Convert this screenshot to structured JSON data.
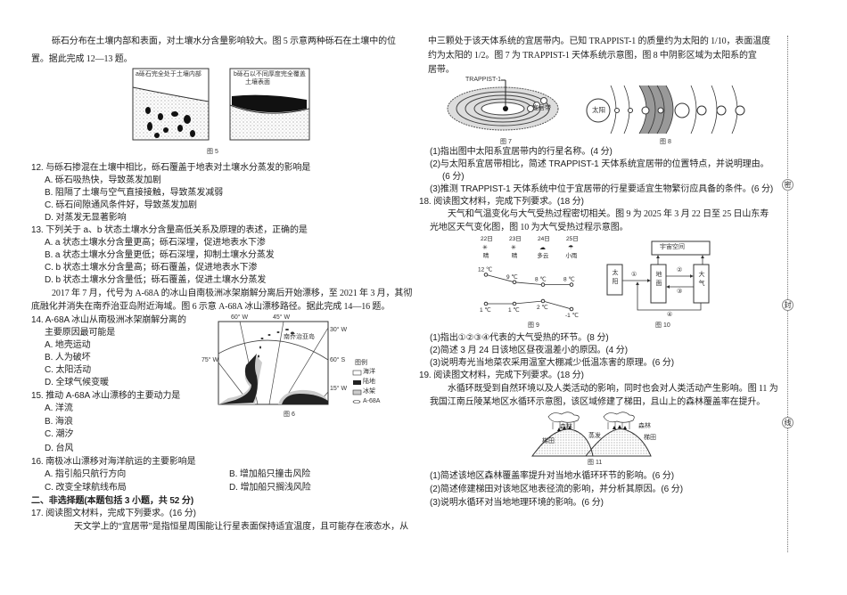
{
  "left": {
    "intro12": [
      "砾石分布在土壤内部和表面，对土壤水分含量影响较大。图 5 示意两种砾石在土壤中的位",
      "置。据此完成 12—13 题。"
    ],
    "fig5": {
      "panel_a": "a砾石完全处于土壤内部",
      "panel_b": [
        "b砾石以不同厚度完全覆盖",
        "土壤表面"
      ],
      "caption": "图 5"
    },
    "q12": {
      "stem": "12. 与砾石掺混在土壤中相比，砾石覆盖于地表对土壤水分蒸发的影响是",
      "options": [
        "A. 砾石吸热快，导致蒸发加剧",
        "B. 阻隔了土壤与空气直接接触，导致蒸发减弱",
        "C. 砾石间隙通风条件好，导致蒸发加剧",
        "D. 对蒸发无显著影响"
      ]
    },
    "q13": {
      "stem": "13. 下列关于 a、b 状态土壤水分含量高低关系及原理的表述，正确的是",
      "options": [
        "A. a 状态土壤水分含量更高；砾石深埋，促进地表水下渗",
        "B. a 状态土壤水分含量更低；砾石深埋，抑制土壤水分蒸发",
        "C. b 状态土壤水分含量高；砾石覆盖，促进地表水下渗",
        "D. b 状态土壤水分含量低；砾石覆盖，促进土壤水分蒸发"
      ]
    },
    "intro14": [
      "2017 年 7 月，代号为 A-68A 的冰山自南极洲冰架崩解分离后开始漂移，至 2021 年 3 月，其彻",
      "底融化并消失在南乔治亚岛附近海域。图 6 示意 A-68A 冰山漂移路径。据此完成 14—16 题。"
    ],
    "q14": {
      "stem": [
        "14. A-68A 冰山从南极洲冰架崩解分离的",
        "主要原因最可能是"
      ],
      "options": [
        "A. 地壳运动",
        "B. 人为破坏",
        "C. 太阳活动",
        "D. 全球气候变暖"
      ]
    },
    "q15": {
      "stem": "15. 推动 A-68A 冰山漂移的主要动力是",
      "options": [
        "A. 洋流",
        "B. 海浪",
        "C. 潮汐",
        "D. 台风"
      ]
    },
    "q16": {
      "stem": "16. 南极冰山漂移对海洋航运的主要影响是",
      "options": [
        "A. 指引船只航行方向",
        "B. 增加船只撞击风险",
        "C. 改变全球航线布局",
        "D. 增加船只搁浅风险"
      ]
    },
    "fig6": {
      "labels": [
        "60° W",
        "45° W",
        "30° W",
        "75° W",
        "60° S",
        "15° W",
        "南乔治亚岛"
      ],
      "legend_title": "图例",
      "legend": [
        "海洋",
        "陆地",
        "冰架",
        "A-68A"
      ],
      "caption": "图 6"
    },
    "section2": "二、非选择题(本题包括 3 小题，共 52 分)",
    "q17": {
      "stem": "17. 阅读图文材料，完成下列要求。(16 分)",
      "para": "天文学上的“宜居带”是指恒星周围能让行星表面保持适宜温度，且可能存在液态水，从"
    }
  },
  "right": {
    "q17cont": [
      "中三颗处于该天体系统的宜居带内。已知 TRAPPIST-1 的质量约为太阳的 1/10，表面温度",
      "约为太阳的 1/2。图 7 为 TRAPPIST-1 天体系统示意图，图 8 中阴影区域为太阳系的宜",
      "居带。"
    ],
    "fig7": {
      "star": "TRAPPIST-1",
      "zone": "宜居带",
      "caption": "图 7"
    },
    "fig8": {
      "sun": "太阳",
      "caption": "图 8"
    },
    "q17subs": [
      "(1)指出图中太阳系宜居带内的行星名称。(4 分)",
      "(2)与太阳系宜居带相比，简述 TRAPPIST-1 天体系统宜居带的位置特点，并说明理由。",
      "(6 分)",
      "(3)推测 TRAPPIST-1 天体系统中位于宜居带的行星要适宜生物繁衍应具备的条件。(6 分)"
    ],
    "q18": {
      "stem": "18. 阅读图文材料，完成下列要求。(18 分)",
      "para": [
        "天气和气温变化与大气受热过程密切相关。图 9 为 2025 年 3 月 22 日至 25 日山东寿",
        "光地区天气变化图，图 10 为大气受热过程示意图。"
      ],
      "subs": [
        "(1)指出①②③④代表的大气受热的环节。(8 分)",
        "(2)简述 3 月 24 日该地区昼夜温差小的原因。(4 分)",
        "(3)说明寿光当地菜农采用温室大棚减少低温冻害的原理。(6 分)"
      ]
    },
    "fig9": {
      "dates": [
        "22日",
        "23日",
        "24日",
        "25日"
      ],
      "weather": [
        "晴",
        "晴",
        "多云",
        "小雨"
      ],
      "highs": [
        12,
        9,
        8,
        8
      ],
      "lows": [
        1,
        1,
        2,
        -1
      ],
      "high_labels": [
        "12 ℃",
        "9 ℃",
        "8 ℃",
        "8 ℃"
      ],
      "low_labels": [
        "1 ℃",
        "1 ℃",
        "2 ℃",
        "-1 ℃"
      ],
      "caption": "图 9"
    },
    "fig10": {
      "space": "宇宙空间",
      "sun": "太阳",
      "ground": "地面",
      "atmo": "大气",
      "n1": "①",
      "n2": "②",
      "n3": "③",
      "n4": "④",
      "caption": "图 10"
    },
    "q19": {
      "stem": "19. 阅读图文材料，完成下列要求。(18 分)",
      "para": [
        "水循环既受到自然环境以及人类活动的影响，同时也会对人类活动产生影响。图 11 为",
        "我国江南丘陵某地区水循环示意图，该区域修建了梯田，且山上的森林覆盖率在提升。"
      ],
      "subs": [
        "(1)简述该地区森林覆盖率提升对当地水循环环节的影响。(6 分)",
        "(2)简述修建梯田对该地区地表径流的影响，并分析其原因。(6 分)",
        "(3)说明水循环对当地地理环境的影响。(6 分)"
      ]
    },
    "fig11": {
      "forest": "森林",
      "terrace": "梯田",
      "evap": "蒸发",
      "caption": "图 11"
    }
  },
  "margin": {
    "seal": [
      "密",
      "封",
      "线"
    ]
  }
}
